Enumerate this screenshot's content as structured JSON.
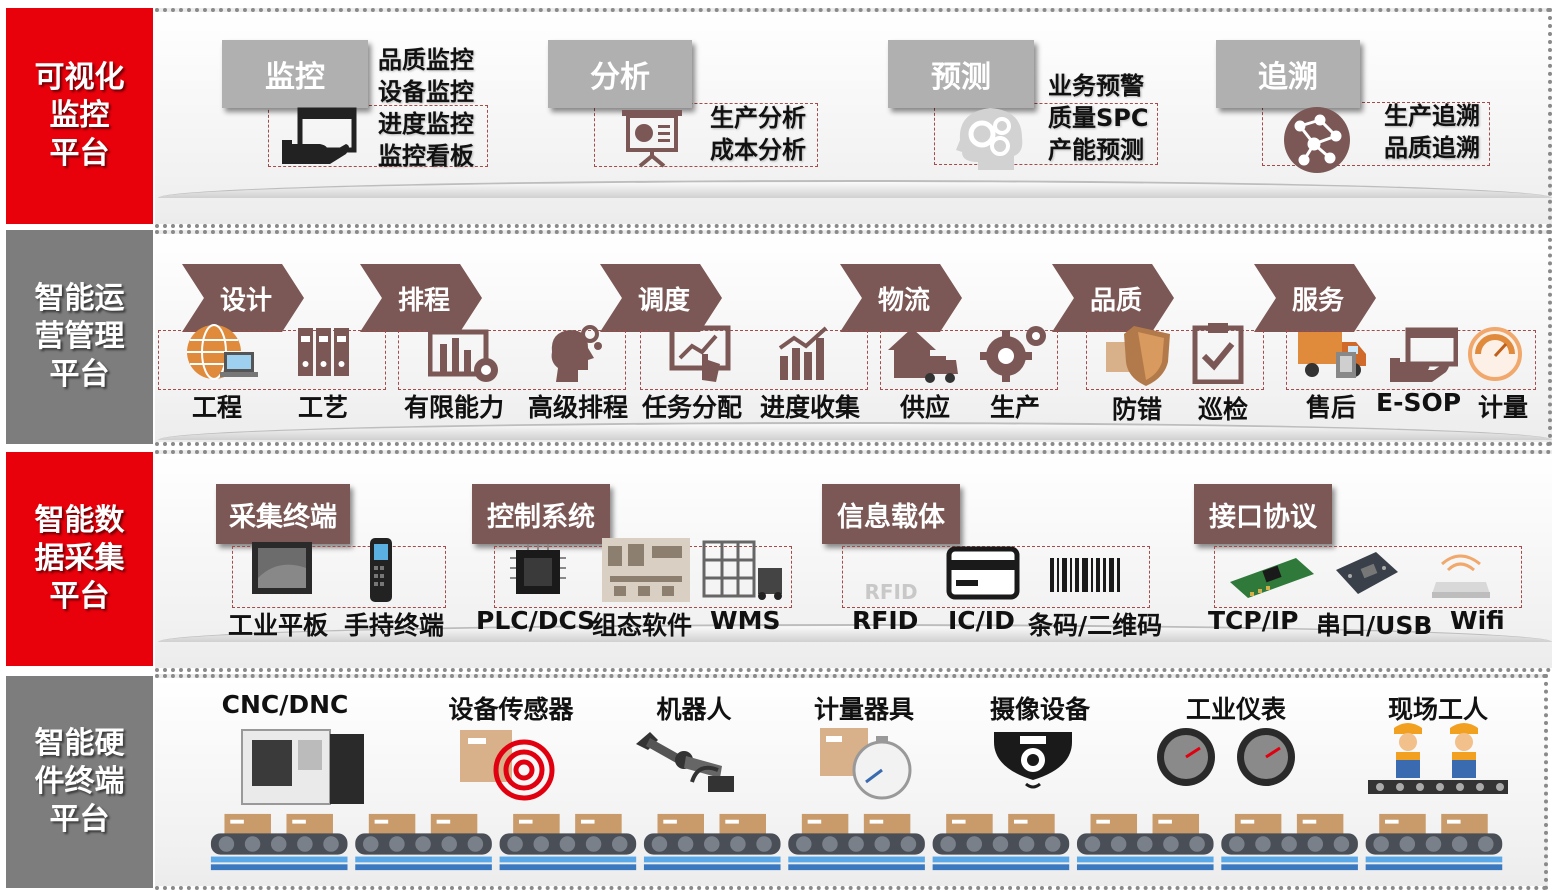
{
  "colors": {
    "red": "#e8000b",
    "gray": "#7d7d7d",
    "brown": "#7b5855",
    "box_gray": "#b0b0b0"
  },
  "layers": [
    {
      "label_lines": [
        "可视化",
        "监控",
        "平台"
      ]
    },
    {
      "label_lines": [
        "智能运",
        "营管理",
        "平台"
      ]
    },
    {
      "label_lines": [
        "智能数",
        "据采集",
        "平台"
      ]
    },
    {
      "label_lines": [
        "智能硬",
        "件终端",
        "平台"
      ]
    }
  ],
  "visual": {
    "groups": [
      {
        "title": "监控",
        "items": [
          "品质监控",
          "设备监控",
          "进度监控",
          "监控看板"
        ],
        "icon": "monitor-hand-icon"
      },
      {
        "title": "分析",
        "items": [
          "生产分析",
          "成本分析"
        ],
        "icon": "presentation-board-icon"
      },
      {
        "title": "预测",
        "items": [
          "业务预警",
          "质量SPC",
          "产能预测"
        ],
        "icon": "brain-gears-icon"
      },
      {
        "title": "追溯",
        "items": [
          "生产追溯",
          "品质追溯"
        ],
        "icon": "network-node-icon"
      }
    ]
  },
  "ops": {
    "stages": [
      "设计",
      "排程",
      "调度",
      "物流",
      "品质",
      "服务"
    ],
    "items": [
      "工程",
      "工艺",
      "有限能力",
      "高级排程",
      "任务分配",
      "进度收集",
      "供应",
      "生产",
      "防错",
      "巡检",
      "售后",
      "E-SOP",
      "计量"
    ],
    "icons": [
      "globe-computer-icon",
      "binders-icon",
      "capacity-chart-icon",
      "head-gears-icon",
      "touch-screen-icon",
      "growth-chart-icon",
      "house-truck-icon",
      "gears-icon",
      "shield-icon",
      "checklist-icon",
      "delivery-truck-icon",
      "hand-screen-icon",
      "gauge-icon"
    ]
  },
  "data": {
    "groups": [
      {
        "title": "采集终端",
        "items": [
          "工业平板",
          "手持终端"
        ]
      },
      {
        "title": "控制系统",
        "items": [
          "PLC/DCS",
          "组态软件",
          "WMS"
        ]
      },
      {
        "title": "信息载体",
        "items": [
          "RFID",
          "IC/ID",
          "条码/二维码"
        ]
      },
      {
        "title": "接口协议",
        "items": [
          "TCP/IP",
          "串口/USB",
          "Wifi"
        ]
      }
    ],
    "rfid_logo": "RFID"
  },
  "hardware": {
    "items": [
      "CNC/DNC",
      "设备传感器",
      "机器人",
      "计量器具",
      "摄像设备",
      "工业仪表",
      "现场工人"
    ]
  }
}
